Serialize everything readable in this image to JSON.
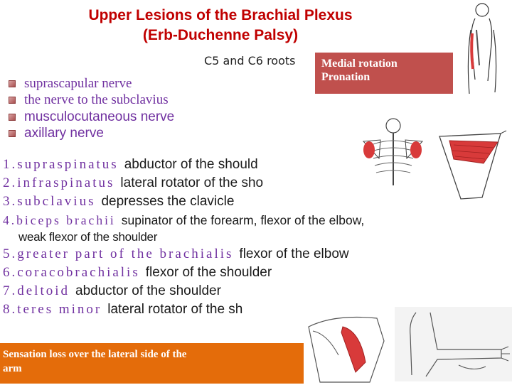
{
  "title": {
    "line1": "Upper Lesions of the Brachial Plexus",
    "line2": "(Erb-Duchenne Palsy)"
  },
  "roots_label": "C5 and C6 roots",
  "deformity_box": {
    "line1": "Medial rotation",
    "line2": "Pronation"
  },
  "nerves": [
    "suprascapular nerve",
    "the nerve to the subclavius",
    "musculocutaneous nerve",
    "axillary nerve"
  ],
  "muscles": [
    {
      "name": "1.supraspinatus",
      "desc": "abductor of the should"
    },
    {
      "name": "2.infraspinatus",
      "desc": "lateral rotator of the sho"
    },
    {
      "name": "3.subclavius",
      "desc": "depresses the clavicle"
    },
    {
      "name": "4.biceps brachii",
      "desc": "supinator of the forearm, flexor of the elbow,",
      "cont": "weak flexor of the shoulder"
    },
    {
      "name": "5.greater part of the brachialis",
      "desc": "flexor of the elbow"
    },
    {
      "name": "6.coracobrachialis",
      "desc": "flexor of the shoulder"
    },
    {
      "name": "7.deltoid",
      "desc": "abductor of the shoulder"
    },
    {
      "name": "8.teres minor",
      "desc": "lateral rotator of the sh"
    }
  ],
  "sensation_box": {
    "line1": "Sensation loss over the lateral side of the",
    "line2": "arm"
  },
  "colors": {
    "title": "#c00000",
    "nerve_text": "#7030a0",
    "deformity_box": "#c0504d",
    "sensation_box": "#e46c0a",
    "muscle_highlight": "#d83a3a"
  },
  "figures": [
    "arm-figure",
    "skeleton-back-figure",
    "scapula-muscle-figure",
    "shoulder-muscle-figure",
    "limb-figure"
  ]
}
